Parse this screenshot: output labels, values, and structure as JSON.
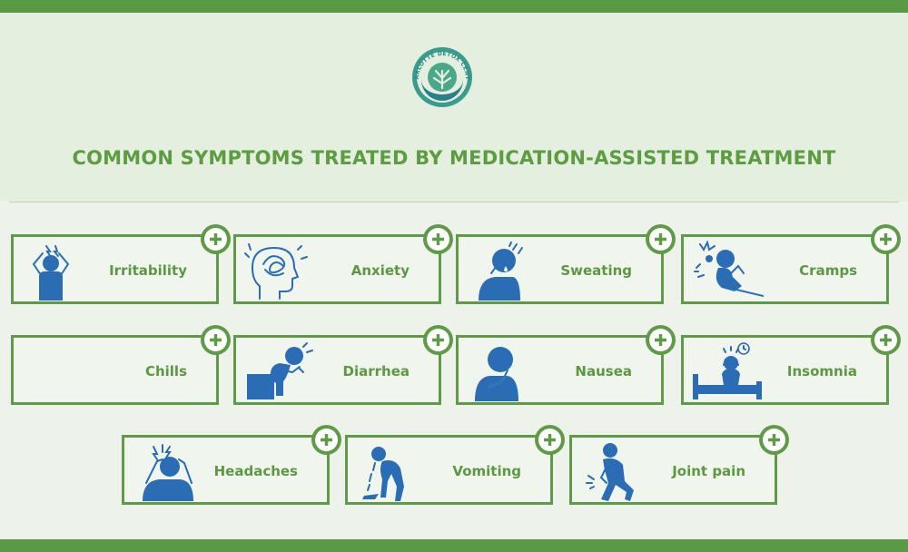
{
  "header": {
    "logo_name": "CHARLOTTE DETOX CENTER",
    "title": "COMMON SYMPTOMS TREATED BY MEDICATION-ASSISTED TREATMENT"
  },
  "colors": {
    "accent_green": "#5b9d40",
    "icon_blue": "#2a6db5",
    "background": "#edf3ea"
  },
  "symptoms": [
    {
      "label": "Irritability",
      "icon": "irritated-person-icon"
    },
    {
      "label": "Anxiety",
      "icon": "anxious-head-icon"
    },
    {
      "label": "Sweating",
      "icon": "sweating-person-icon"
    },
    {
      "label": "Cramps",
      "icon": "cramping-person-icon"
    },
    {
      "label": "Chills",
      "icon": ""
    },
    {
      "label": "Diarrhea",
      "icon": "person-on-toilet-icon"
    },
    {
      "label": "Nausea",
      "icon": "nauseous-person-icon"
    },
    {
      "label": "Insomnia",
      "icon": "sleepless-person-icon"
    },
    {
      "label": "Headaches",
      "icon": "headache-person-icon"
    },
    {
      "label": "Vomiting",
      "icon": "vomiting-person-icon"
    },
    {
      "label": "Joint pain",
      "icon": "joint-pain-person-icon"
    }
  ]
}
